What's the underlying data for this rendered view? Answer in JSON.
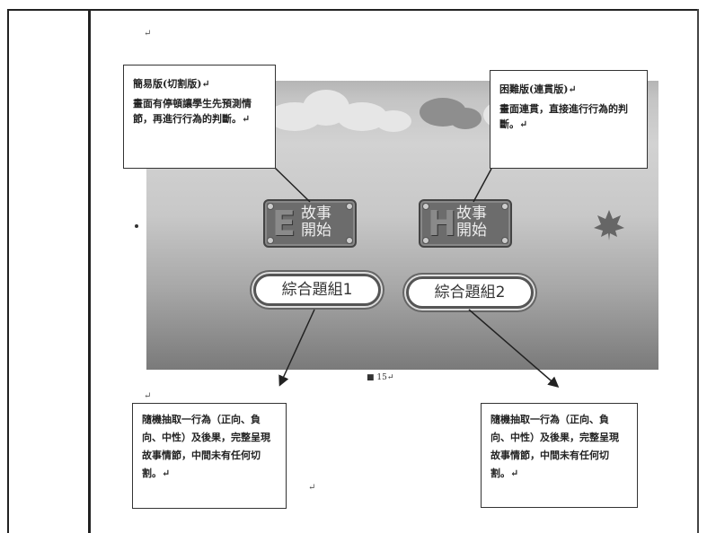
{
  "screen": {
    "left_button": {
      "letter": "E",
      "line1": "故事",
      "line2": "開始"
    },
    "right_button": {
      "letter": "H",
      "line1": "故事",
      "line2": "開始"
    },
    "pill_left": "綜合題組1",
    "pill_right": "綜合題組2"
  },
  "callouts": {
    "top_left": {
      "title": "簡易版(切割版)↵",
      "body": "畫面有停頓讓學生先預測情節，再進行行為的判斷。↵"
    },
    "top_right": {
      "title": "困難版(連貫版)↵",
      "body": "畫面連貫，直接進行行為的判斷。↵"
    },
    "bottom_left": {
      "body": "隨機抽取一行為（正向、負向、中性）及後果，完整呈現故事情節，中間未有任何切割。↵"
    },
    "bottom_right": {
      "body": "隨機抽取一行為（正向、負向、中性）及後果，完整呈現故事情節，中間未有任何切割。↵"
    }
  },
  "caption": "■ 15↵",
  "marks": [
    "↵",
    "↵",
    "↵"
  ],
  "colors": {
    "page": "#ffffff",
    "border": "#222222",
    "screen_top": "#c4c4c4",
    "screen_bottom": "#7a7a7a"
  }
}
